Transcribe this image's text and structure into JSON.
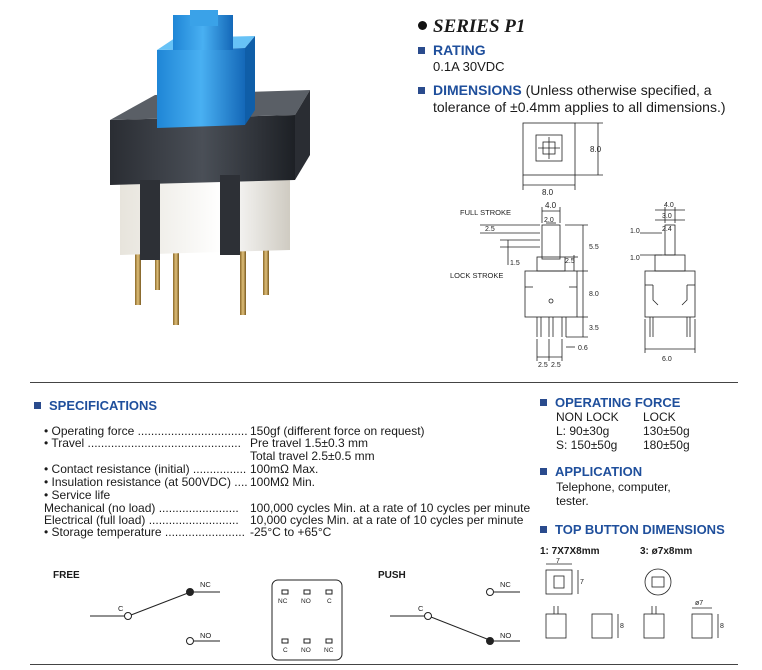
{
  "header": {
    "series_title": "SERIES P1",
    "rating_label": "RATING",
    "rating_value": "0.1A 30VDC",
    "dimensions_label": "DIMENSIONS",
    "dimensions_note_1": " (Unless otherwise specified, a",
    "dimensions_note_2": "tolerance of ±0.4mm applies to all dimensions.)"
  },
  "drawing": {
    "top_h": "8.0",
    "top_w": "8.0",
    "full_stroke": "FULL STROKE",
    "lock_stroke": "LOCK STROKE",
    "d_4_0": "4.0",
    "d_2_0": "2.0",
    "d_2_5a": "2.5",
    "d_1_5": "1.5",
    "d_5_5": "5.5",
    "d_2_5b": "2.5",
    "d_8_0": "8.0",
    "d_3_5": "3.5",
    "d_0_6": "0.6",
    "d_2_5c": "2.5",
    "d_2_5d": "2.5",
    "s_4_0": "4.0",
    "s_3_0": "3.0",
    "s_2_4": "2.4",
    "s_1_0a": "1.0",
    "s_1_0b": "1.0",
    "s_6_0": "6.0"
  },
  "specifications": {
    "title": "SPECIFICATIONS",
    "rows": [
      {
        "label": "• Operating force .................................",
        "value": "150gf (different force on request)"
      },
      {
        "label": "• Travel ..............................................",
        "value": "Pre travel 1.5±0.3 mm"
      },
      {
        "label": "",
        "value": "Total travel  2.5±0.5 mm"
      },
      {
        "label": "• Contact resistance (initial) ................",
        "value": "100mΩ Max."
      },
      {
        "label": "• Insulation resistance (at 500VDC) ....",
        "value": "100MΩ Min."
      },
      {
        "label": "• Service life",
        "value": ""
      },
      {
        "label": "   Mechanical (no load) ........................",
        "value": "100,000 cycles Min. at a rate of 10 cycles per minute"
      },
      {
        "label": "   Electrical (full load) ...........................",
        "value": "10,000 cycles Min. at a rate of 10 cycles per minute"
      },
      {
        "label": "• Storage temperature ........................",
        "value": "-25°C to +65°C"
      }
    ]
  },
  "operating_force": {
    "title": "OPERATING FORCE",
    "col1": "NON LOCK",
    "col2": "LOCK",
    "l_label": "L: 90±30g",
    "l_lock": "130±50g",
    "s_label": "S: 150±50g",
    "s_lock": "180±50g"
  },
  "application": {
    "title": "APPLICATION",
    "line1": "Telephone, computer,",
    "line2": "tester."
  },
  "top_button": {
    "title": "TOP BUTTON DIMENSIONS",
    "opt1": "1:  7X7X8mm",
    "opt3": "3:  ø7x8mm",
    "d7": "7",
    "d7b": "7",
    "d8a": "8",
    "d8b": "8",
    "phi7": "ø7"
  },
  "circuit": {
    "free": "FREE",
    "push": "PUSH",
    "nc": "NC",
    "no": "NO",
    "c": "C",
    "pins_top": [
      "NC",
      "NO",
      "C"
    ],
    "pins_bottom": [
      "C",
      "NO",
      "NC"
    ]
  }
}
